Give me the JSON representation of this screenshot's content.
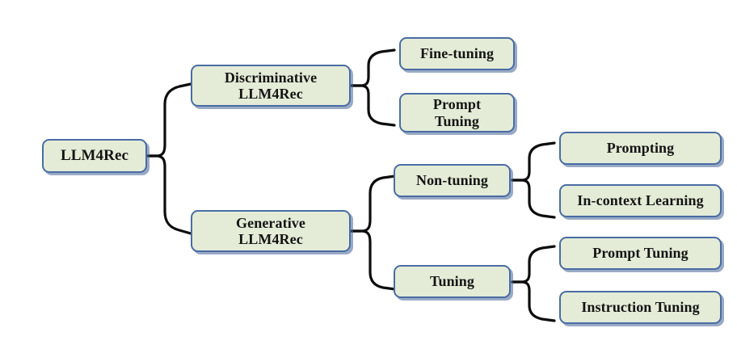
{
  "diagram": {
    "title": "LLM4Rec taxonomy",
    "colors": {
      "node_fill": "#e4ecd7",
      "node_border": "#4a6ca4",
      "node_text": "#141414",
      "connector": "#0d0d0d",
      "background": "#ffffff"
    },
    "nodes": {
      "root": {
        "label": "LLM4Rec"
      },
      "discriminative": {
        "label": "Discriminative\nLLM4Rec"
      },
      "generative": {
        "label": "Generative\nLLM4Rec"
      },
      "fine_tuning": {
        "label": "Fine-tuning"
      },
      "prompt_tuning_disc": {
        "label": "Prompt\nTuning"
      },
      "non_tuning": {
        "label": "Non-tuning"
      },
      "tuning": {
        "label": "Tuning"
      },
      "prompting": {
        "label": "Prompting"
      },
      "in_context_learning": {
        "label": "In-context Learning"
      },
      "prompt_tuning_gen": {
        "label": "Prompt Tuning"
      },
      "instruction_tuning": {
        "label": "Instruction Tuning"
      }
    },
    "connectors": [
      {
        "name": "brace-root",
        "from": "root",
        "to": [
          "discriminative",
          "generative"
        ]
      },
      {
        "name": "brace-discriminative",
        "from": "discriminative",
        "to": [
          "fine_tuning",
          "prompt_tuning_disc"
        ]
      },
      {
        "name": "brace-generative",
        "from": "generative",
        "to": [
          "non_tuning",
          "tuning"
        ]
      },
      {
        "name": "brace-non-tuning",
        "from": "non_tuning",
        "to": [
          "prompting",
          "in_context_learning"
        ]
      },
      {
        "name": "brace-tuning",
        "from": "tuning",
        "to": [
          "prompt_tuning_gen",
          "instruction_tuning"
        ]
      }
    ]
  }
}
